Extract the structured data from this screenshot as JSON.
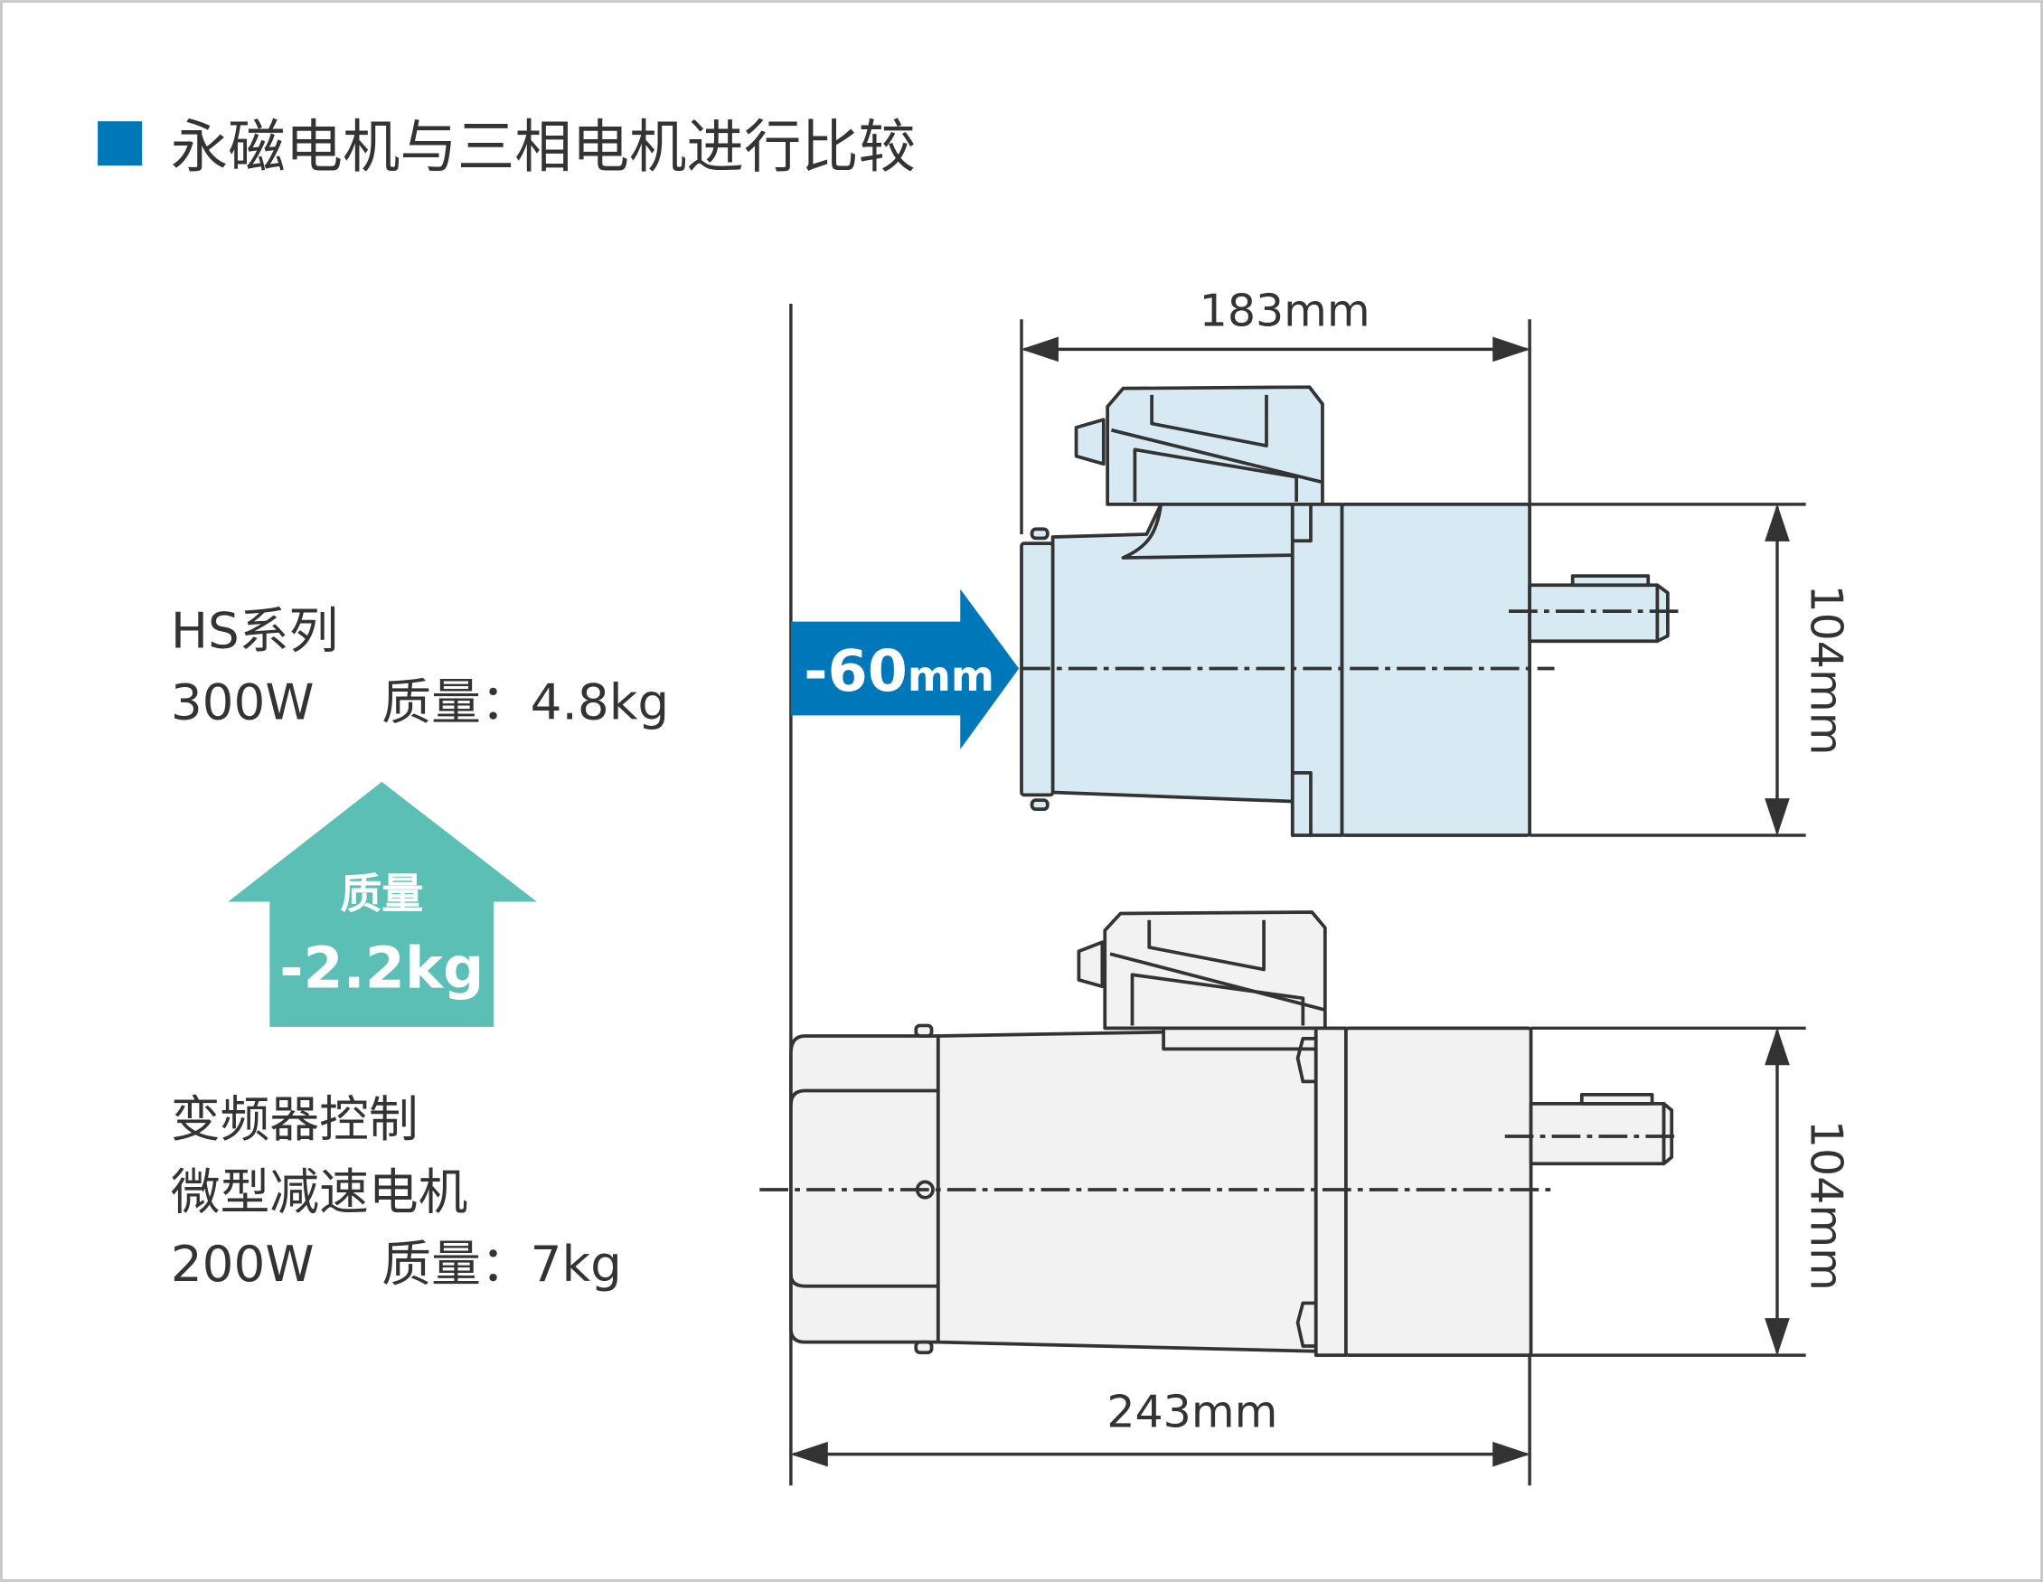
{
  "title": "永磁电机与三相电机进行比较",
  "hs_motor": {
    "name": "HS系列",
    "power": "300W",
    "weight": "质量：4.8kg",
    "length": "183mm",
    "height": "104mm"
  },
  "vfd_motor": {
    "name_line1": "变频器控制",
    "name_line2": "微型减速电机",
    "power": "200W",
    "weight": "质量：7kg",
    "length": "243mm",
    "height": "104mm"
  },
  "length_diff": {
    "value": "-60",
    "unit": "mm"
  },
  "weight_diff": {
    "label": "质量",
    "value": "-2.2kg"
  },
  "colors": {
    "accent": "#0077b8",
    "teal": "#5bbfb5",
    "hs_fill": "#d7eaf4",
    "vfd_fill": "#f2f2f2"
  }
}
